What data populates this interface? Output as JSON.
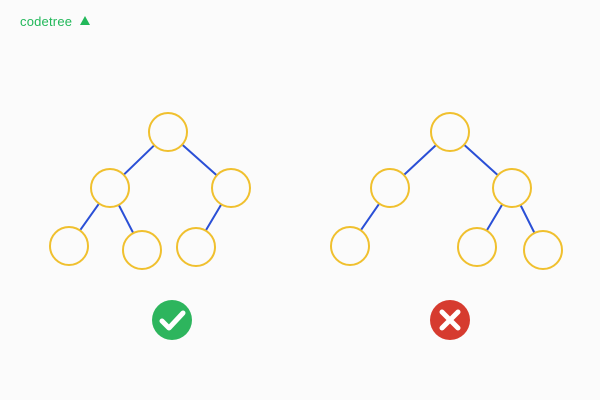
{
  "brand": {
    "logo_text": "codetree",
    "logo_icon": "triangle-up-icon",
    "color": "#22b85a"
  },
  "style": {
    "node_stroke": "#f0c02e",
    "edge_stroke": "#2a4fd6",
    "check_badge_color": "#2db55d",
    "cross_badge_color": "#d63b2f",
    "mark_color": "#ffffff"
  },
  "trees": [
    {
      "id": "complete-tree",
      "verdict": "check-icon",
      "nodes": [
        "root",
        "left",
        "right",
        "left-left",
        "left-right",
        "right-left"
      ],
      "edges": [
        [
          "root",
          "left"
        ],
        [
          "root",
          "right"
        ],
        [
          "left",
          "left-left"
        ],
        [
          "left",
          "left-right"
        ],
        [
          "right",
          "right-left"
        ]
      ]
    },
    {
      "id": "incomplete-tree",
      "verdict": "cross-icon",
      "nodes": [
        "root",
        "left",
        "right",
        "left-left",
        "right-left",
        "right-right"
      ],
      "edges": [
        [
          "root",
          "left"
        ],
        [
          "root",
          "right"
        ],
        [
          "left",
          "left-left"
        ],
        [
          "right",
          "right-left"
        ],
        [
          "right",
          "right-right"
        ]
      ]
    }
  ]
}
